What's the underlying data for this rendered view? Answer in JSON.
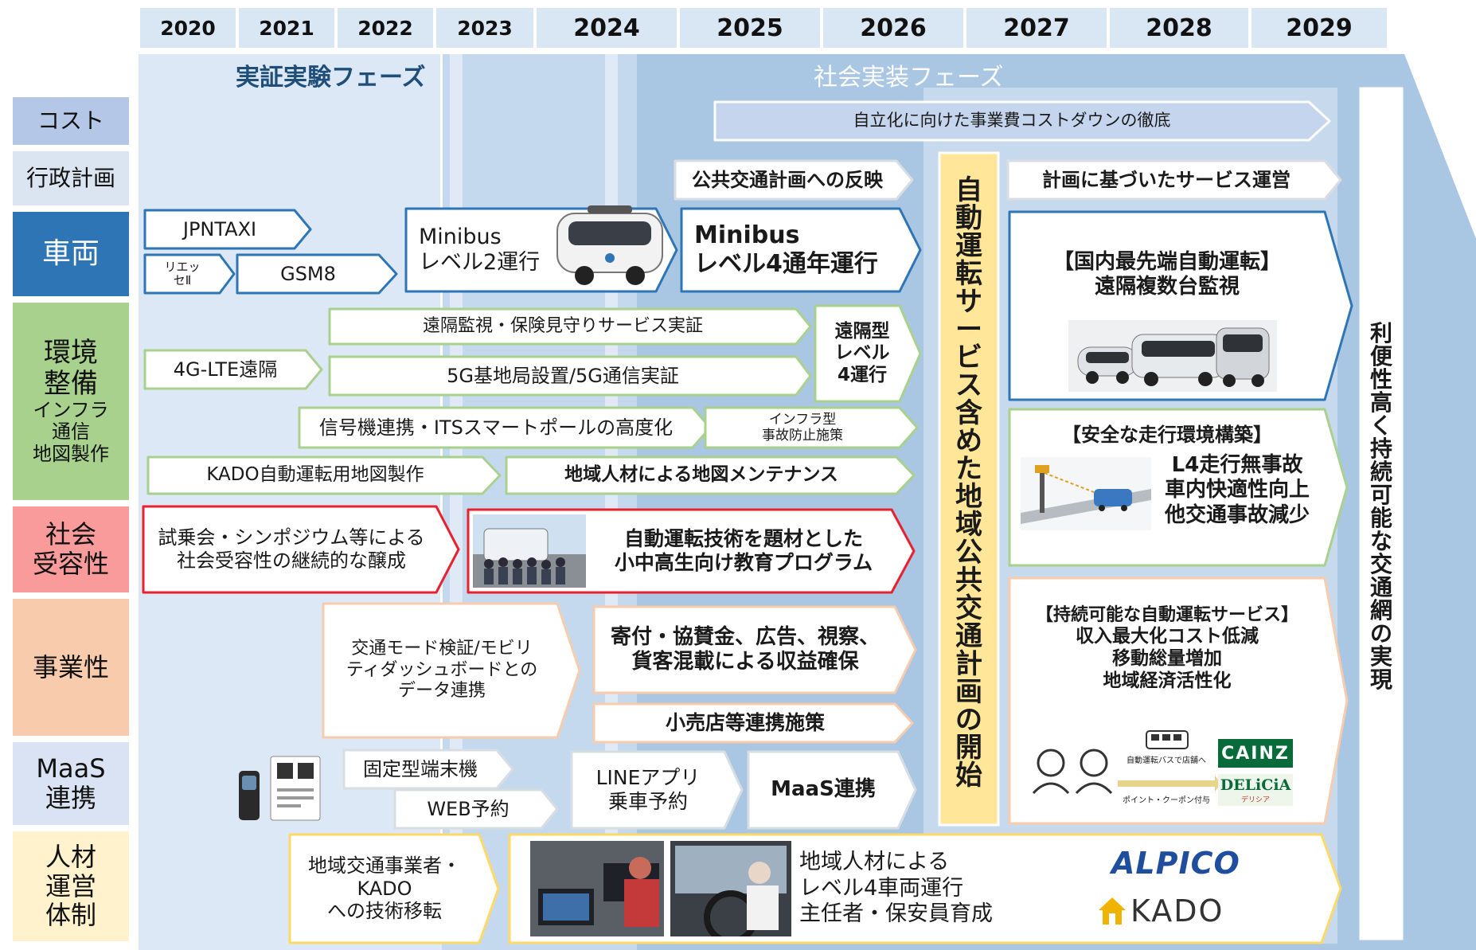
{
  "years": [
    "2020",
    "2021",
    "2022",
    "2023",
    "2024",
    "2025",
    "2026",
    "2027",
    "2028",
    "2029"
  ],
  "phases": {
    "trial": "実証実験フェーズ",
    "social": "社会実装フェーズ"
  },
  "categories": {
    "cost": "コスト",
    "admin": "行政計画",
    "vehicle": "車両",
    "env_title": [
      "環境",
      "整備"
    ],
    "env_sub": [
      "インフラ",
      "通信",
      "地図製作"
    ],
    "accept": [
      "社会",
      "受容性"
    ],
    "business": "事業性",
    "maas": [
      "MaaS",
      "連携"
    ],
    "hr": [
      "人材",
      "運営",
      "体制"
    ]
  },
  "cost_arrow": "自立化に向けた事業費コストダウンの徹底",
  "admin": {
    "reflect": "公共交通計画への反映",
    "operate": "計画に基づいたサービス運営"
  },
  "vehicle": {
    "jpntaxi": "JPNTAXI",
    "rizzesse": [
      "リエッ",
      "セⅡ"
    ],
    "gsm8": "GSM8",
    "minibus2": [
      "Minibus",
      "レベル2運行"
    ],
    "minibus4": [
      "Minibus",
      "レベル4通年運行"
    ]
  },
  "env": {
    "remote_monitor": "遠隔監視・保険見守りサービス実証",
    "lte": "4G-LTE遠隔",
    "g5": "5G基地局設置/5G通信実証",
    "remote_l4": [
      "遠隔型",
      "レベル",
      "4運行"
    ],
    "signal": "信号機連携・ITSスマートポールの高度化",
    "infra_prev": [
      "インフラ型",
      "事故防止施策"
    ],
    "kado_map": "KADO自動運転用地図製作",
    "map_maint": "地域人材による地図メンテナンス"
  },
  "accept": {
    "events": [
      "試乗会・シンポジウム等による",
      "社会受容性の継続的な醸成"
    ],
    "edu": [
      "自動運転技術を題材とした",
      "小中高生向け教育プログラム"
    ]
  },
  "business": {
    "mobility": [
      "交通モード検証/モビリ",
      "ティダッシュボードとの",
      "データ連携"
    ],
    "revenue": [
      "寄付・協賛金、広告、視察、",
      "貨客混載による収益確保"
    ],
    "retail": "小売店等連携施策"
  },
  "maas": {
    "fixed": "固定型端末機",
    "web": "WEB予約",
    "line": [
      "LINEアプリ",
      "乗車予約"
    ],
    "link": "MaaS連携"
  },
  "hr": {
    "transfer": [
      "地域交通事業者・",
      "KADO",
      "への技術移転"
    ],
    "develop": [
      "地域人材による",
      "レベル4車両運行",
      "主任者・保安員育成"
    ]
  },
  "center": "自動運転サービス含めた地域公共交通計画の開始",
  "goal": "利便性高く持続可能な交通網の実現",
  "right": {
    "advanced": [
      "【国内最先端自動運転】",
      "遠隔複数台監視"
    ],
    "safety_title": "【安全な走行環境構築】",
    "safety": [
      "L4走行無事故",
      "車内快適性向上",
      "他交通事故減少"
    ],
    "sustain": [
      "【持続可能な自動運転サービス】",
      "収入最大化コスト低減",
      "移動総量増加",
      "地域経済活性化"
    ],
    "cainz": "CAINZ",
    "delicia": "DELiCiA",
    "delicia_sub": "デリシア",
    "bus_caption": "自動運転バスで店舗へ",
    "point_caption": "ポイント・クーポン付与"
  },
  "logos": {
    "alpico": "ALPICO",
    "kado": "KADO"
  }
}
